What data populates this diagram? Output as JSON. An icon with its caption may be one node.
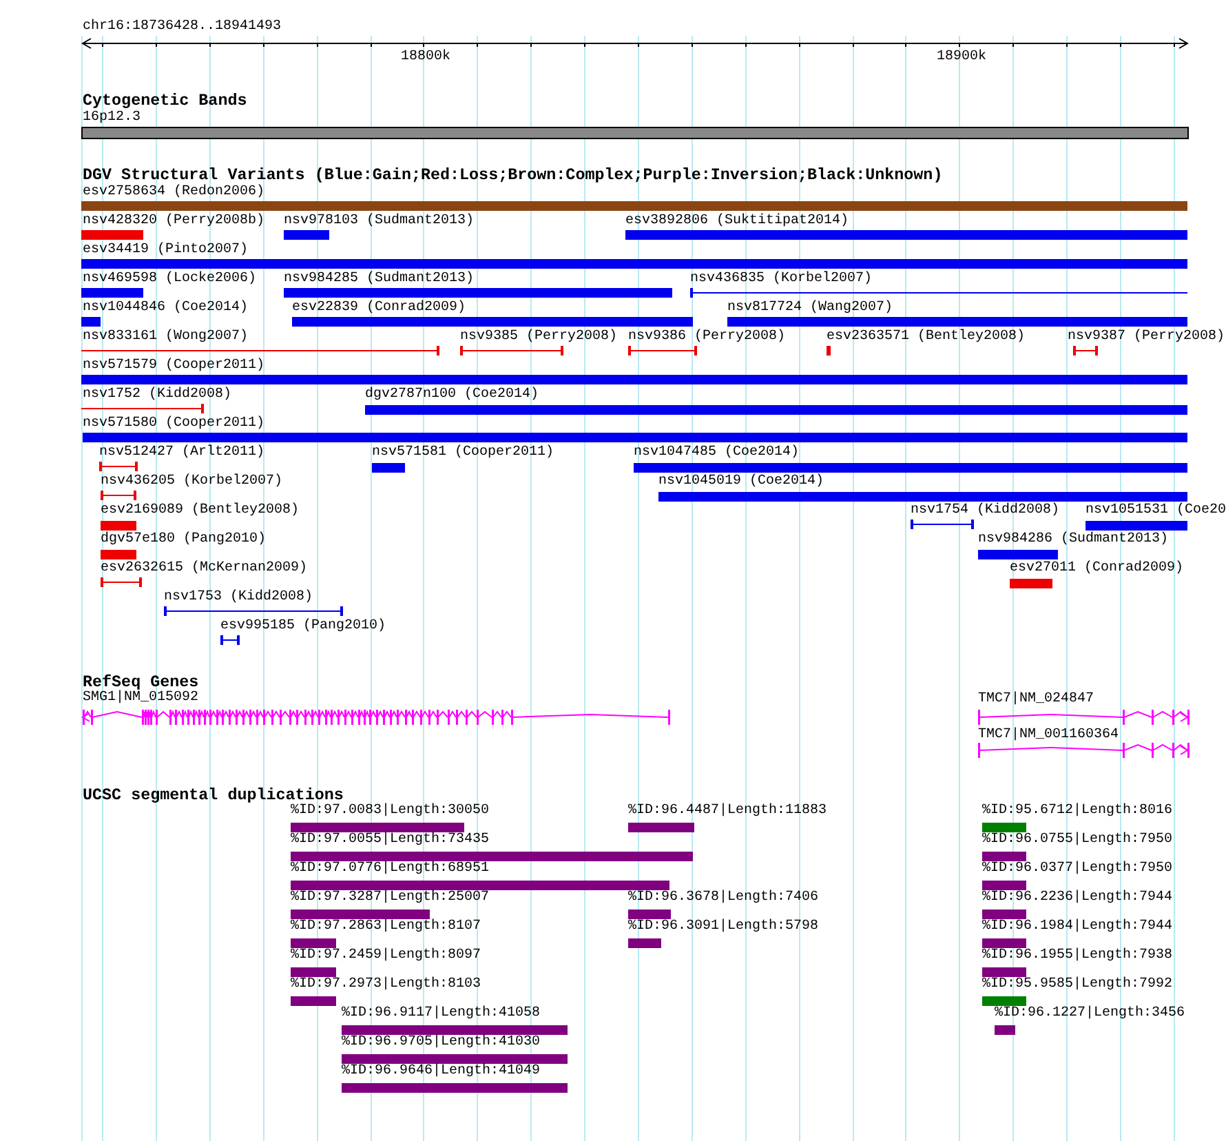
{
  "diagram": {
    "nodes": [
      {
        "text": [
          "16p12.3"
        ]
      },
      {
        "text": [
          "esv2758634 (Redon2006)"
        ]
      },
      {
        "text": [
          "nsv428320 (Perry2008b)"
        ]
      },
      {
        "text": [
          "nsv978103 (Sudmant2013)"
        ]
      },
      {
        "text": [
          "esv3892806 (Suktitipat2014)"
        ]
      },
      {
        "text": [
          "esv34419 (Pinto2007)"
        ]
      },
      {
        "text": [
          "nsv469598 (Locke2006)"
        ]
      },
      {
        "text": [
          "nsv984285 (Sudmant2013)"
        ]
      },
      {
        "text": [
          "nsv436835 (Korbel2007)"
        ]
      },
      {
        "text": [
          "nsv1044846 (Coe2014)"
        ]
      },
      {
        "text": [
          "esv22839 (Conrad2009)"
        ]
      },
      {
        "text": [
          "nsv817724 (Wang2007)"
        ]
      },
      {
        "text": [
          "nsv833161 (Wong2007)"
        ]
      },
      {
        "text": [
          "nsv9385 (Perry2008)"
        ]
      },
      {
        "text": [
          "nsv9386 (Perry2008)"
        ]
      },
      {
        "text": [
          "esv2363571 (Bentley2008)"
        ]
      },
      {
        "text": [
          "nsv9387 (Perry2008)"
        ]
      },
      {
        "text": [
          "nsv571579 (Cooper2011)"
        ]
      },
      {
        "text": [
          "nsv1752 (Kidd2008)"
        ]
      },
      {
        "text": [
          "dgv2787n100 (Coe2014)"
        ]
      },
      {
        "text": [
          "nsv571580 (Cooper2011)"
        ]
      },
      {
        "text": [
          "nsv512427 (Arlt2011)"
        ]
      },
      {
        "text": [
          "nsv571581 (Cooper2011)"
        ]
      },
      {
        "text": [
          "nsv1047485 (Coe2014)"
        ]
      },
      {
        "text": [
          "nsv436205 (Korbel2007)"
        ]
      },
      {
        "text": [
          "nsv1045019 (Coe2014)"
        ]
      },
      {
        "text": [
          "esv2169089 (Bentley2008)"
        ]
      },
      {
        "text": [
          "nsv1754 (Kidd2008)"
        ]
      },
      {
        "text": [
          "nsv1051531 (Coe20"
        ]
      },
      {
        "text": [
          "dgv57e180 (Pang2010)"
        ]
      },
      {
        "text": [
          "nsv984286 (Sudmant2013)"
        ]
      },
      {
        "text": [
          "esv2632615 (McKernan2009)"
        ]
      },
      {
        "text": [
          "esv27011 (Conrad2009)"
        ]
      },
      {
        "text": [
          "nsv1753 (Kidd2008)"
        ]
      },
      {
        "text": [
          "esv995185 (Pang2010)"
        ]
      },
      {
        "text": [
          "SMG1|NM_015092"
        ]
      },
      {
        "text": [
          "TMC7|NM_024847"
        ]
      },
      {
        "text": [
          "TMC7|NM_001160364"
        ]
      },
      {
        "text": [
          "%ID:97.0083|Length:30050"
        ]
      },
      {
        "text": [
          "%ID:96.4487|Length:11883"
        ]
      },
      {
        "text": [
          "%ID:95.6712|Length:8016"
        ]
      },
      {
        "text": [
          "%ID:97.0055|Length:73435"
        ]
      },
      {
        "text": [
          "%ID:96.0755|Length:7950"
        ]
      },
      {
        "text": [
          "%ID:97.0776|Length:68951"
        ]
      },
      {
        "text": [
          "%ID:96.0377|Length:7950"
        ]
      },
      {
        "text": [
          "%ID:97.3287|Length:25007"
        ]
      },
      {
        "text": [
          "%ID:96.3678|Length:7406"
        ]
      },
      {
        "text": [
          "%ID:96.2236|Length:7944"
        ]
      },
      {
        "text": [
          "%ID:97.2863|Length:8107"
        ]
      },
      {
        "text": [
          "%ID:96.3091|Length:5798"
        ]
      },
      {
        "text": [
          "%ID:96.1984|Length:7944"
        ]
      },
      {
        "text": [
          "%ID:97.2459|Length:8097"
        ]
      },
      {
        "text": [
          "%ID:96.1955|Length:7938"
        ]
      },
      {
        "text": [
          "%ID:97.2973|Length:8103"
        ]
      },
      {
        "text": [
          "%ID:95.9585|Length:7992"
        ]
      },
      {
        "text": [
          "%ID:96.9117|Length:41058"
        ]
      },
      {
        "text": [
          "%ID:96.1227|Length:3456"
        ]
      },
      {
        "text": [
          "%ID:96.9705|Length:41030"
        ]
      },
      {
        "text": [
          "%ID:96.9646|Length:41049"
        ]
      }
    ],
    "labels": [
      "chr16:18736428..18941493",
      "18800k",
      "18900k",
      "Cytogenetic Bands",
      "DGV Structural Variants (Blue:Gain;Red:Loss;Brown:Complex;Purple:Inversion;Black:Unknown)",
      "RefSeq Genes",
      "UCSC segmental duplications"
    ]
  }
}
